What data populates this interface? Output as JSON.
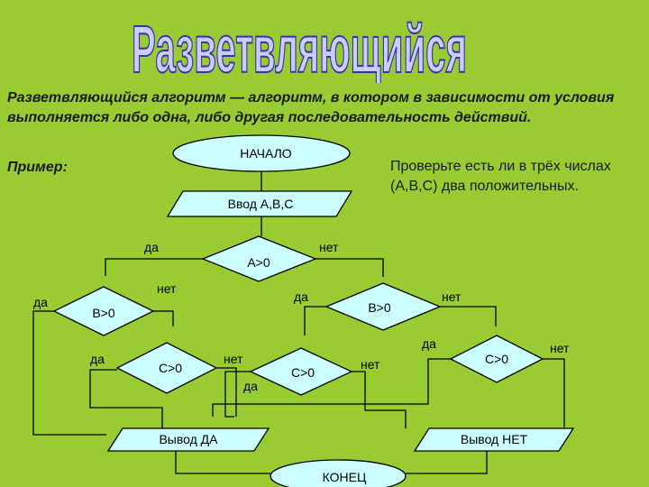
{
  "title": "Разветвляющийся",
  "intro": "Разветвляющийся алгоритм — алгоритм, в котором в зависимости от условия выполняется либо одна, либо другая последовательность действий.",
  "example_label": "Пример:",
  "task": "Проверьте есть ли в трёх числах (А,В,С) два положительных.",
  "flowchart": {
    "start": "НАЧАЛО",
    "input": "Ввод  А,В,С",
    "cond_a": "А>0",
    "cond_b_left": "В>0",
    "cond_c_left": "С>0",
    "cond_c_mid": "С>0",
    "cond_b_right": "В>0",
    "cond_c_right": "С>0",
    "out_yes": "Вывод ДА",
    "out_no": "Вывод НЕТ",
    "end": "КОНЕЦ",
    "yes": "да",
    "no": "нет"
  },
  "colors": {
    "background": "#99cc33",
    "shape_fill": "#ccffff",
    "title_fill": "#ccccff"
  }
}
